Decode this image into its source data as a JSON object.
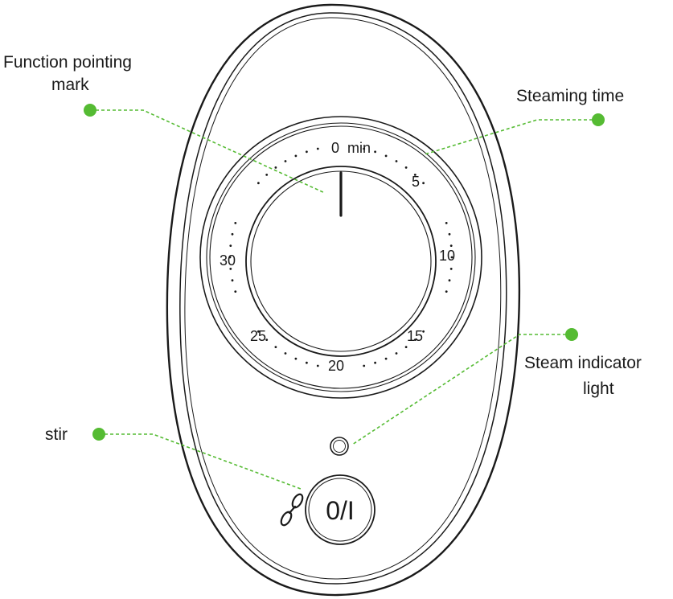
{
  "callouts": {
    "function_mark": [
      "Function pointing",
      "mark"
    ],
    "steaming_time": "Steaming time",
    "steam_light": [
      "Steam indicator",
      "light"
    ],
    "stir": "stir"
  },
  "dial": {
    "unit": "min",
    "marks": [
      "0",
      "5",
      "10",
      "15",
      "20",
      "25",
      "30"
    ]
  },
  "power_button": {
    "label": "0/I"
  },
  "icons": [
    "stir-icon",
    "steam-indicator-light"
  ],
  "colors": {
    "callout_green": "#55bb33",
    "line": "#1a1a1a"
  }
}
